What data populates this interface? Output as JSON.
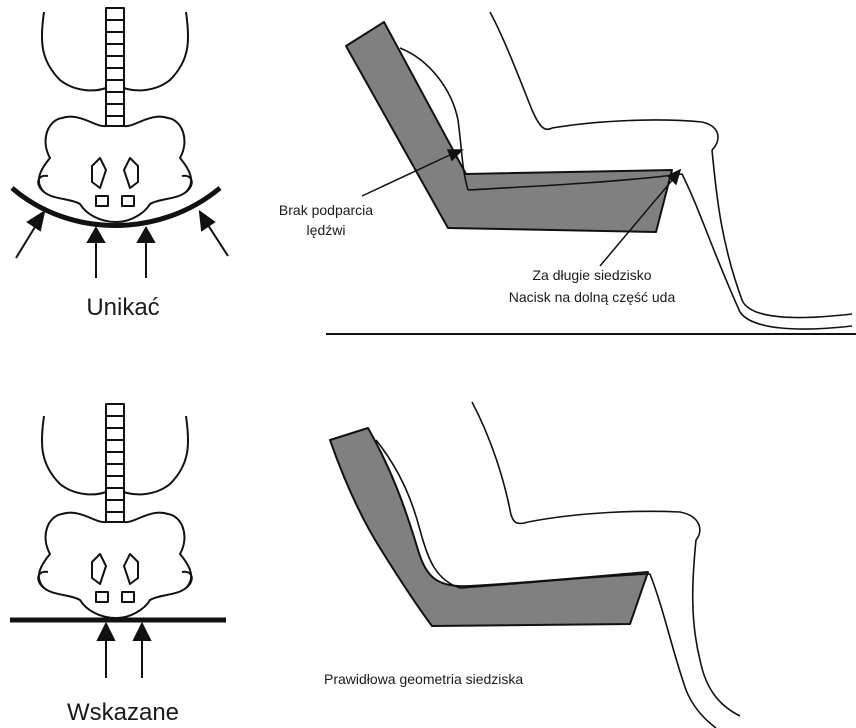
{
  "colors": {
    "ink": "#111111",
    "seat": "#808080",
    "background": "#ffffff"
  },
  "top": {
    "pelvis_caption": "Unikać",
    "annotation_lumbar": [
      "Brak podparcia",
      "lędźwi"
    ],
    "annotation_seat": [
      "Za długie siedzisko",
      "Nacisk na dolną część uda"
    ]
  },
  "bottom": {
    "pelvis_caption": "Wskazane",
    "annotation_geometry": "Prawidłowa geometria siedziska"
  }
}
